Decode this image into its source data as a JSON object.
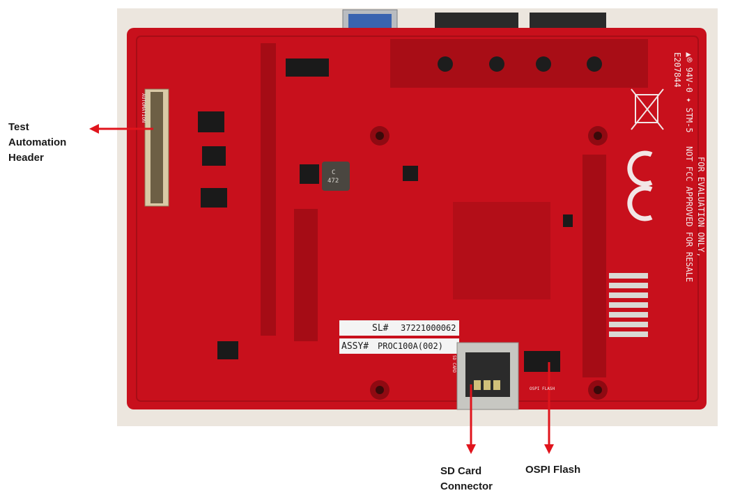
{
  "callouts": {
    "test_automation": [
      "Test",
      "Automation",
      "Header"
    ],
    "sd_card": [
      "SD Card",
      "Connector"
    ],
    "ospi_flash": "OSPI Flash"
  },
  "board": {
    "serial_label": "SL#",
    "serial_value": "37221000062",
    "assy_label": "ASSY#",
    "assy_value": "PROC100A(002)",
    "cert_lines": [
      "▲® 94V-0 ✦ STM-5",
      "E207844",
      "NOT FCC APPROVED FOR RESALE",
      "FOR EVALUATION ONLY,"
    ],
    "ce_mark": "CE",
    "connector_label": "AUTOMATION",
    "sd_silk": "SD CARD",
    "ospi_silk": "OSPI FLASH",
    "inductor_text": [
      "C",
      "472"
    ]
  },
  "colors": {
    "pcb": "#c8101c",
    "pcb_dark": "#9e0b14",
    "arrow": "#e0141c",
    "wall": "#efeae3"
  },
  "icons": [
    "arrow-left-icon",
    "arrow-down-icon",
    "weee-bin-icon",
    "ce-mark-icon"
  ]
}
